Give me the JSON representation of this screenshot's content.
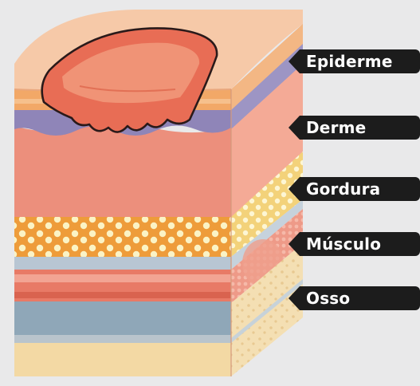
{
  "labels": [
    {
      "key": "epiderme",
      "text": "Epiderme"
    },
    {
      "key": "derme",
      "text": "Derme"
    },
    {
      "key": "gordura",
      "text": "Gordura"
    },
    {
      "key": "musculo",
      "text": "Músculo"
    },
    {
      "key": "osso",
      "text": "Osso"
    }
  ],
  "colors": {
    "background": "#e9e9ea",
    "epidermis": "#f2a867",
    "dermis_band": "#8f85b8",
    "dermis": "#ec8f7c",
    "fat": "#ee9c3a",
    "fat_globule": "#fbf3c5",
    "muscle": "#e87a66",
    "bone": "#8fa7b8",
    "bone_base": "#f3d9a4",
    "wound": "#e86d55",
    "label_bg": "#1c1c1c",
    "label_text": "#ffffff"
  }
}
